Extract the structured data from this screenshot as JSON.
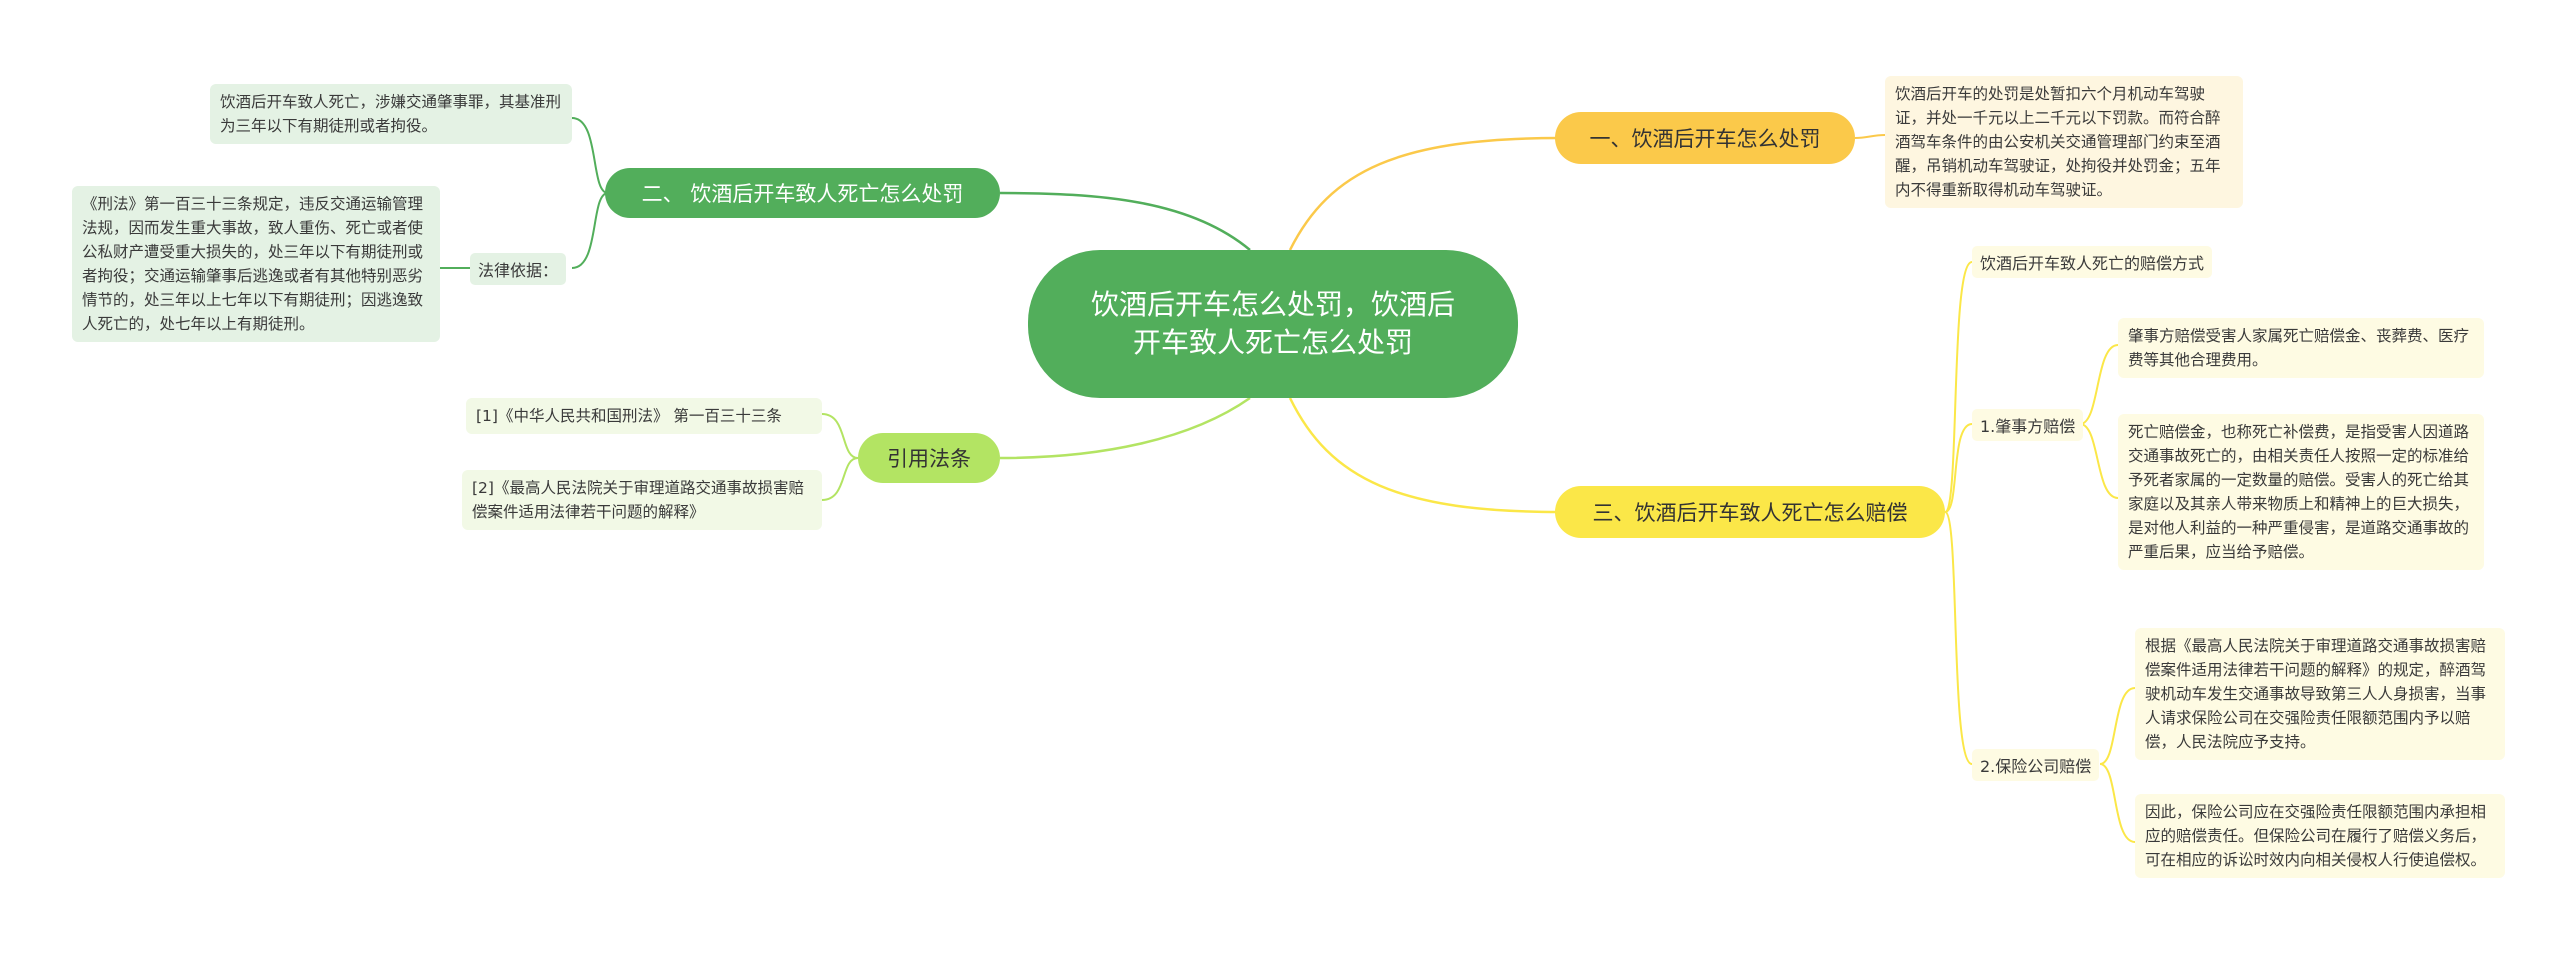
{
  "colors": {
    "green": "#52ae5b",
    "orange": "#fbc94a",
    "yellow": "#fbe748",
    "lime": "#b3e463"
  },
  "center": {
    "title": "饮酒后开车怎么处罚，饮酒后开车致人死亡怎么处罚"
  },
  "branch1": {
    "label": "一、饮酒后开车怎么处罚",
    "text": "饮酒后开车的处罚是处暂扣六个月机动车驾驶证，并处一千元以上二千元以下罚款。而符合醉酒驾车条件的由公安机关交通管理部门约束至酒醒，吊销机动车驾驶证，处拘役并处罚金；五年内不得重新取得机动车驾驶证。"
  },
  "branch2": {
    "label": "二、 饮酒后开车致人死亡怎么处罚",
    "text1": "饮酒后开车致人死亡，涉嫌交通肇事罪，其基准刑为三年以下有期徒刑或者拘役。",
    "sub_label": "法律依据：",
    "sub_text": "《刑法》第一百三十三条规定，违反交通运输管理法规，因而发生重大事故，致人重伤、死亡或者使公私财产遭受重大损失的，处三年以下有期徒刑或者拘役；交通运输肇事后逃逸或者有其他特别恶劣情节的，处三年以上七年以下有期徒刑；因逃逸致人死亡的，处七年以上有期徒刑。"
  },
  "branch3": {
    "label": "三、饮酒后开车致人死亡怎么赔偿",
    "intro": "饮酒后开车致人死亡的赔偿方式",
    "sub1": {
      "label": "1.肇事方赔偿",
      "text1": "肇事方赔偿受害人家属死亡赔偿金、丧葬费、医疗费等其他合理费用。",
      "text2": "死亡赔偿金，也称死亡补偿费，是指受害人因道路交通事故死亡的，由相关责任人按照一定的标准给予死者家属的一定数量的赔偿。受害人的死亡给其家庭以及其亲人带来物质上和精神上的巨大损失，是对他人利益的一种严重侵害，是道路交通事故的严重后果，应当给予赔偿。"
    },
    "sub2": {
      "label": "2.保险公司赔偿",
      "text1": "根据《最高人民法院关于审理道路交通事故损害赔偿案件适用法律若干问题的解释》的规定，醉酒驾驶机动车发生交通事故导致第三人人身损害，当事人请求保险公司在交强险责任限额范围内予以赔偿，人民法院应予支持。",
      "text2": "因此，保险公司应在交强险责任限额范围内承担相应的赔偿责任。但保险公司在履行了赔偿义务后，可在相应的诉讼时效内向相关侵权人行使追偿权。"
    }
  },
  "branch4": {
    "label": "引用法条",
    "ref1": "[1]《中华人民共和国刑法》 第一百三十三条",
    "ref2": "[2]《最高人民法院关于审理道路交通事故损害赔偿案件适用法律若干问题的解释》"
  }
}
